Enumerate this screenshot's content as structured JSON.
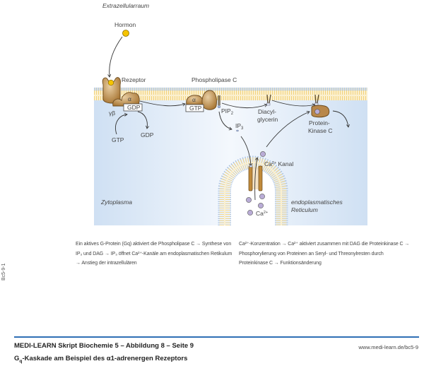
{
  "diagram": {
    "labels": {
      "extracellular": "Extrazellularraum",
      "hormone": "Hormon",
      "receptor": "Rezeptor",
      "phospholipase": "Phospholipase C",
      "alpha": "α",
      "gdp_bound": "GDP",
      "gtp_bound": "GTP",
      "gamma_beta": "γβ",
      "gtp_in": "GTP",
      "gdp_out": "GDP",
      "pip2": "PIP",
      "pip2_sub": "2",
      "ip3": "IP",
      "ip3_sub": "3",
      "diacylglycerin_1": "Diacyl-",
      "diacylglycerin_2": "glycerin",
      "pkc_1": "Protein-",
      "pkc_2": "Kinase C",
      "ca_channel": "Ca",
      "ca_channel_sup": "2+",
      "ca_channel_suffix": " Kanal",
      "ca_ion": "Ca",
      "ca_ion_sup": "2+",
      "cytoplasm": "Zytoplasma",
      "er_1": "endoplasmatisches",
      "er_2": "Reticulum"
    },
    "colors": {
      "protein": "#b8874a",
      "protein_outline": "#6b4a1e",
      "hormone": "#f6c400",
      "calcium": "#b9acd6",
      "membrane_head": "#a9c3e6",
      "membrane_tail": "#f5d98e",
      "cytoplasm": "#d6e5f5"
    }
  },
  "caption": {
    "left": "Ein aktives G-Protein (Gq) aktiviert die Phospholipase C → Synthese von IP₃ und DAG → IP₃ öffnet Ca²⁺-Kanäle am endoplasmatischen Retikulum → Anstieg der intrazellulären",
    "right": "Ca²⁺-Konzentration → Ca²⁺ aktiviert zusammen mit DAG die Proteinkinase C → Phosphorylierung von Proteinen an Seryl- und Threonylresten durch Proteinkinase C → Funktionsänderung"
  },
  "side_code": "Bc5-9-1",
  "footer": {
    "title": "MEDI-LEARN Skript Biochemie 5 – Abbildung 8 – Seite 9",
    "subtitle_prefix": "G",
    "subtitle_sub": "q",
    "subtitle_rest": "-Kaskade am Beispiel des α1-adrenergen Rezeptors",
    "url": "www.medi-learn.de/bc5-9"
  }
}
